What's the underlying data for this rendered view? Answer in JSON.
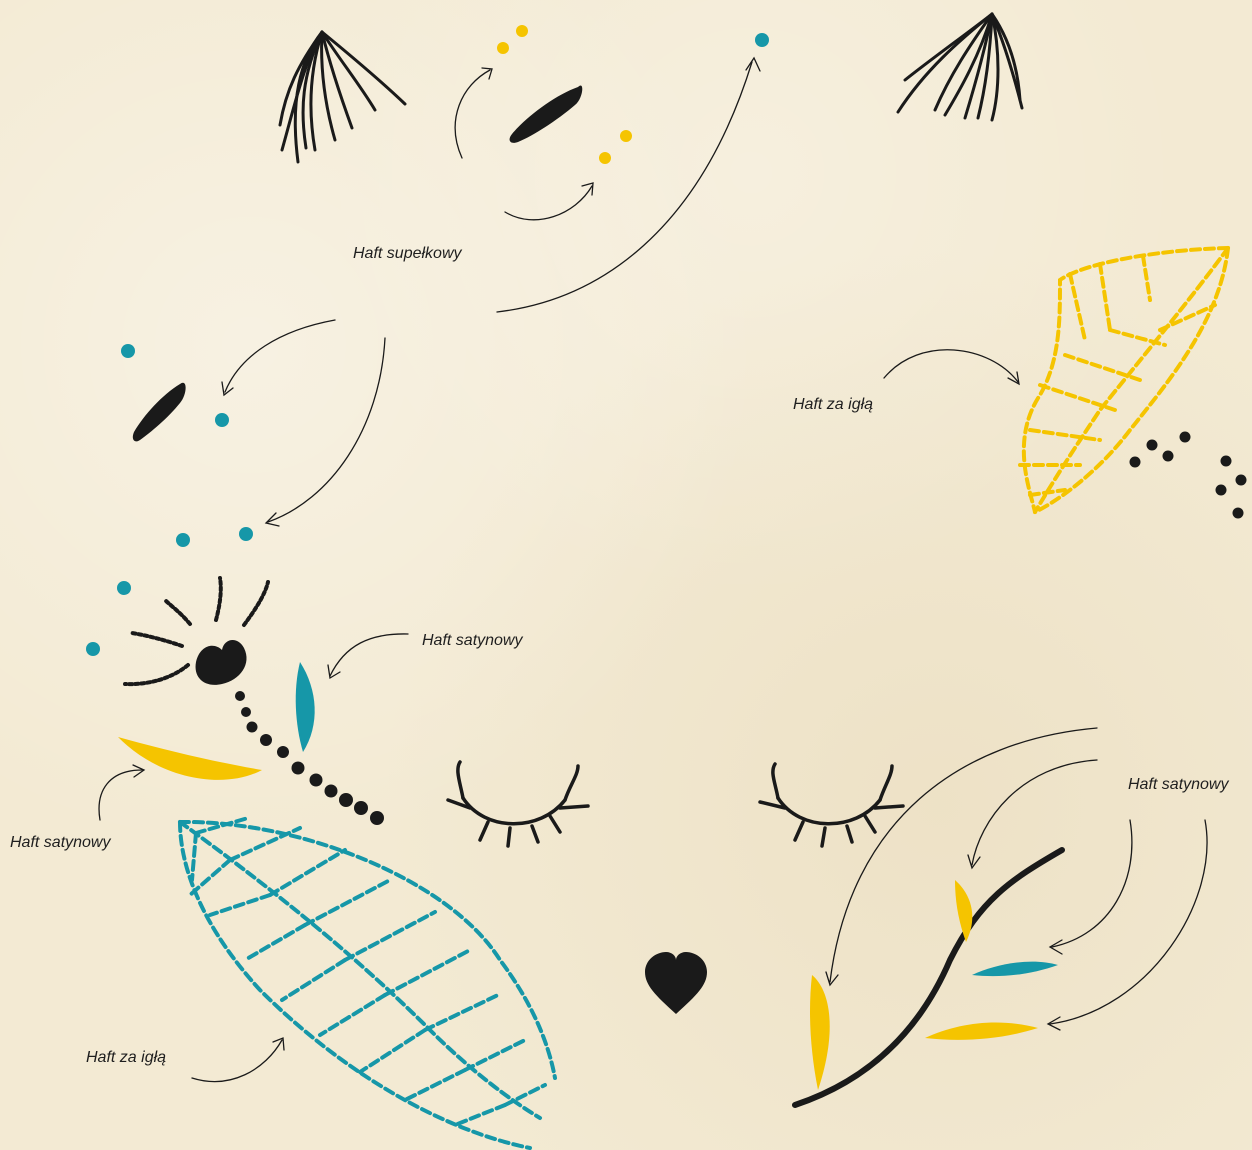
{
  "labels": {
    "french_knot": "Haft supełkowy",
    "backstitch_right": "Haft za igłą",
    "satin_left_upper": "Haft satynowy",
    "satin_left_lower": "Haft satynowy",
    "satin_right": "Haft satynowy",
    "backstitch_left": "Haft za igłą"
  },
  "colors": {
    "background": "#f3ead3",
    "ink": "#1a1a1a",
    "yellow": "#f5c400",
    "teal": "#1697a8"
  }
}
